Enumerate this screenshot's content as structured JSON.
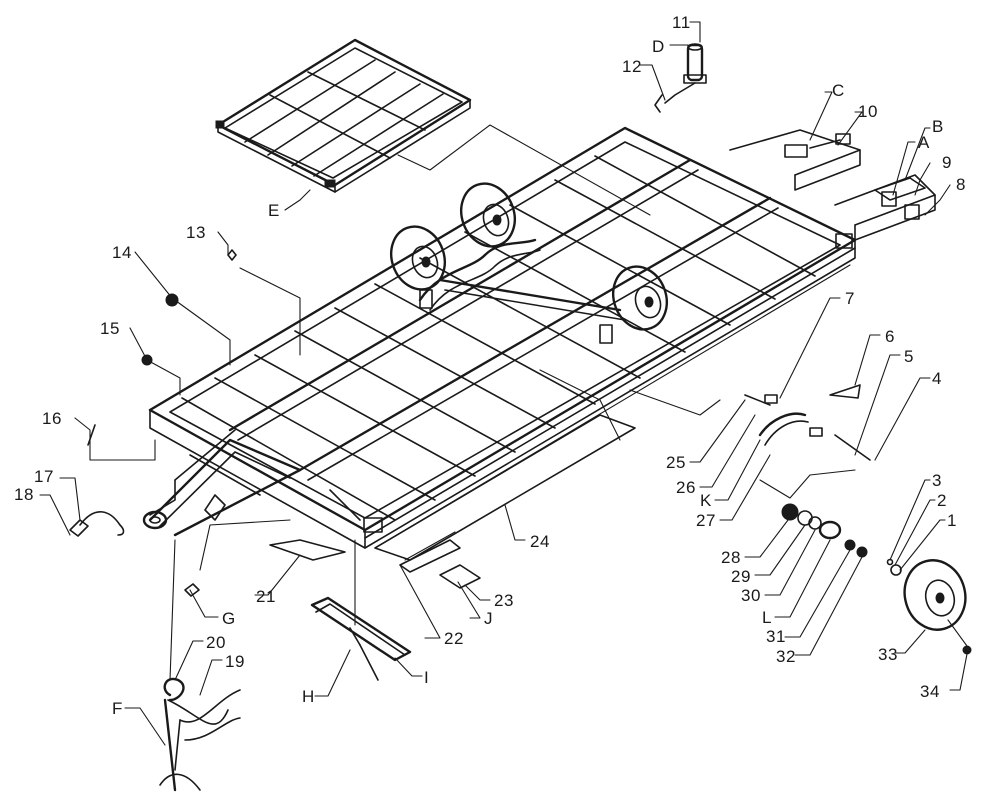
{
  "callouts": [
    "1",
    "2",
    "3",
    "4",
    "5",
    "6",
    "7",
    "8",
    "9",
    "10",
    "11",
    "12",
    "13",
    "14",
    "15",
    "16",
    "17",
    "18",
    "19",
    "20",
    "21",
    "22",
    "23",
    "24",
    "25",
    "26",
    "27",
    "28",
    "29",
    "30",
    "31",
    "32",
    "33",
    "34",
    "A",
    "B",
    "C",
    "D",
    "E",
    "F",
    "G",
    "H",
    "I",
    "J",
    "K",
    "L"
  ],
  "colors": {
    "ink": "#1a1a1a",
    "paper": "#ffffff"
  }
}
